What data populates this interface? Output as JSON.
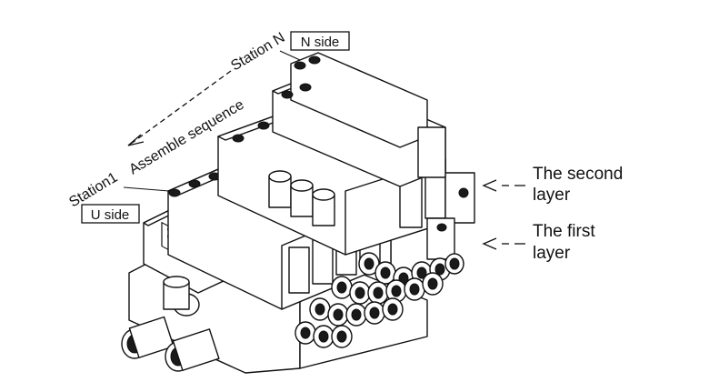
{
  "labels": {
    "n_side": "N side",
    "u_side": "U side",
    "station_n": "Station N",
    "station_1": "Station1",
    "assemble_sequence": "Assemble sequence",
    "second_layer_line1": "The second",
    "second_layer_line2": "layer",
    "first_layer_line1": "The first",
    "first_layer_line2": "layer"
  },
  "colors": {
    "ink": "#111111",
    "background": "#ffffff"
  },
  "icons": [
    "dashed-arrow",
    "layer-pointer-arrow"
  ]
}
